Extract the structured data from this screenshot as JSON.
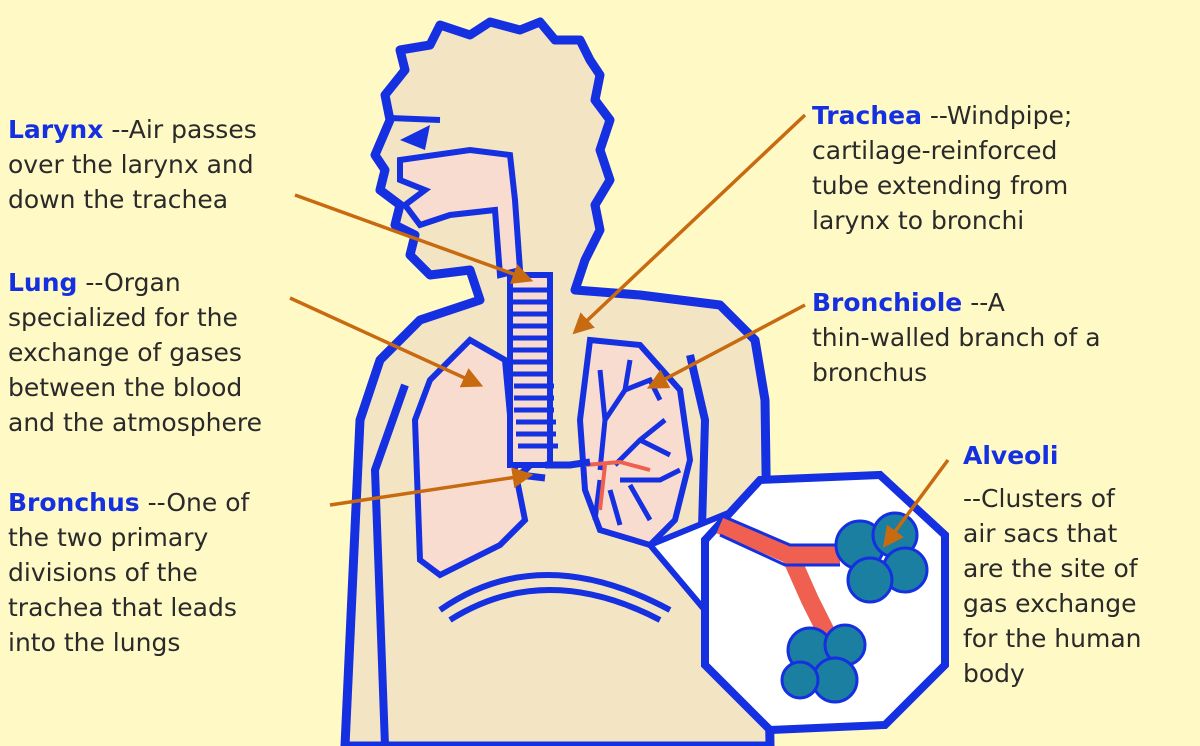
{
  "colors": {
    "background": "#FFF9C6",
    "body": "#F3E4C4",
    "outline": "#1530E0",
    "lung": "#F8DCD0",
    "arrow": "#C86A10",
    "vessel": "#F06050",
    "alveoli": "#1A7FA0"
  },
  "labels": {
    "larynx": {
      "term": "Larynx",
      "lines": [
        "--Air passes",
        "over the larynx and",
        "down the trachea"
      ]
    },
    "lung": {
      "term": "Lung",
      "lines": [
        "--Organ",
        "specialized for the",
        "exchange of gases",
        "between the blood",
        "and the atmosphere"
      ]
    },
    "bronchus": {
      "term": "Bronchus",
      "lines": [
        "--One of",
        "the two primary",
        "divisions of the",
        "trachea that leads",
        "into the lungs"
      ]
    },
    "trachea": {
      "term": "Trachea",
      "lines": [
        "--Windpipe;",
        "cartilage-reinforced",
        "tube extending from",
        "larynx to bronchi"
      ]
    },
    "bronchiole": {
      "term": "Bronchiole",
      "lines": [
        "--A",
        "thin-walled branch of a",
        "bronchus"
      ]
    },
    "alveoli": {
      "term": "Alveoli",
      "lines": [
        "--Clusters of",
        "air sacs that",
        "are the site of",
        "gas exchange",
        "for the human",
        "body"
      ]
    }
  }
}
